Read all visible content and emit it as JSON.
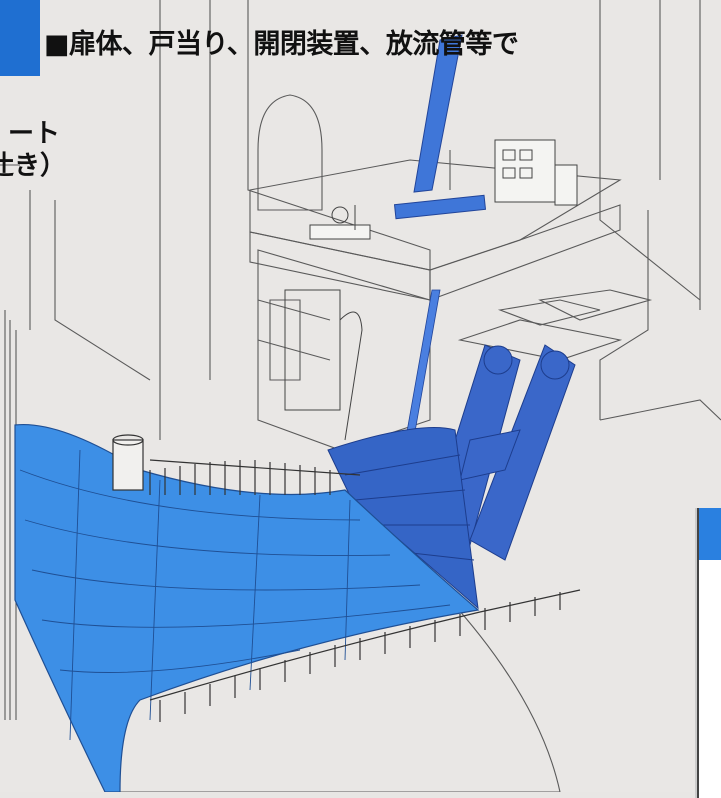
{
  "header": {
    "title": "■扉体、戸当り、開閉装置、放流管等で",
    "accent_color": "#1f6fd1"
  },
  "side_label": {
    "line1": "ート",
    "line2": "辻き）"
  },
  "diagram": {
    "highlight_color": "#3d8fe6",
    "highlight_dark_color": "#2f5fc4",
    "line_color": "#555555",
    "highlighted_parts": [
      "hoist-cylinder",
      "gate-leaf",
      "arm-structure",
      "conduit-liner"
    ]
  },
  "inset": {
    "band_color": "#2a80e0"
  }
}
